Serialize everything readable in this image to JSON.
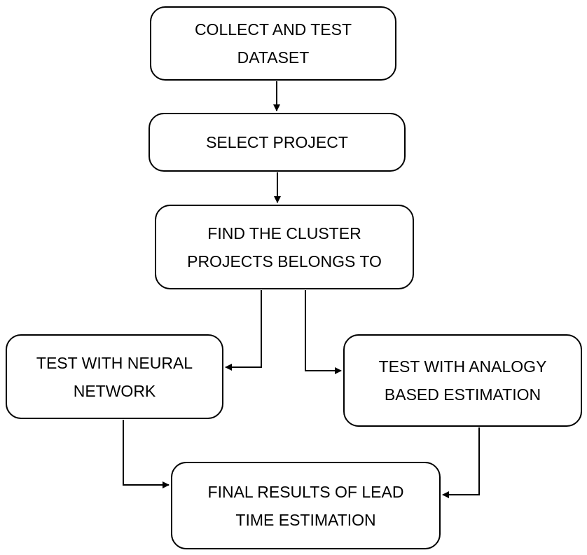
{
  "diagram": {
    "nodes": {
      "collect": "COLLECT AND TEST\nDATASET",
      "select": "SELECT PROJECT",
      "find_cluster": "FIND THE CLUSTER\nPROJECTS BELONGS TO",
      "neural": "TEST WITH NEURAL\nNETWORK",
      "analogy": "TEST WITH ANALOGY\nBASED ESTIMATION",
      "final": "FINAL RESULTS OF LEAD\nTIME ESTIMATION"
    },
    "edges": [
      {
        "from": "collect",
        "to": "select"
      },
      {
        "from": "select",
        "to": "find_cluster"
      },
      {
        "from": "find_cluster",
        "to": "neural"
      },
      {
        "from": "find_cluster",
        "to": "analogy"
      },
      {
        "from": "neural",
        "to": "final"
      },
      {
        "from": "analogy",
        "to": "final"
      }
    ],
    "colors": {
      "stroke": "#000000",
      "fill": "#ffffff",
      "text": "#000000"
    }
  }
}
